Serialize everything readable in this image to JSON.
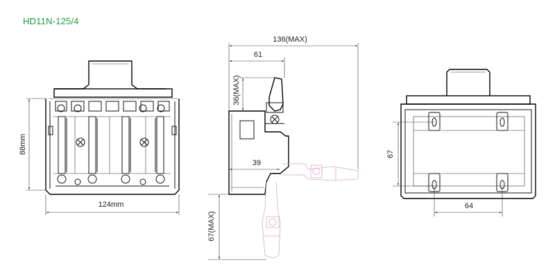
{
  "title": "HD11N-125/4",
  "colors": {
    "title": "#1a9a3c",
    "ghost_handle": "#d7a9c8",
    "line": "#111111"
  },
  "front_view": {
    "width_label": "124mm",
    "height_label": "88mm"
  },
  "side_view": {
    "overall_label": "136(MAX)",
    "depth_label": "61",
    "handle_height_label": "36(MAX)",
    "mid_label": "39",
    "handle_drop_label": "67(MAX)"
  },
  "mount_view": {
    "vertical_label": "67",
    "horizontal_label": "64"
  }
}
